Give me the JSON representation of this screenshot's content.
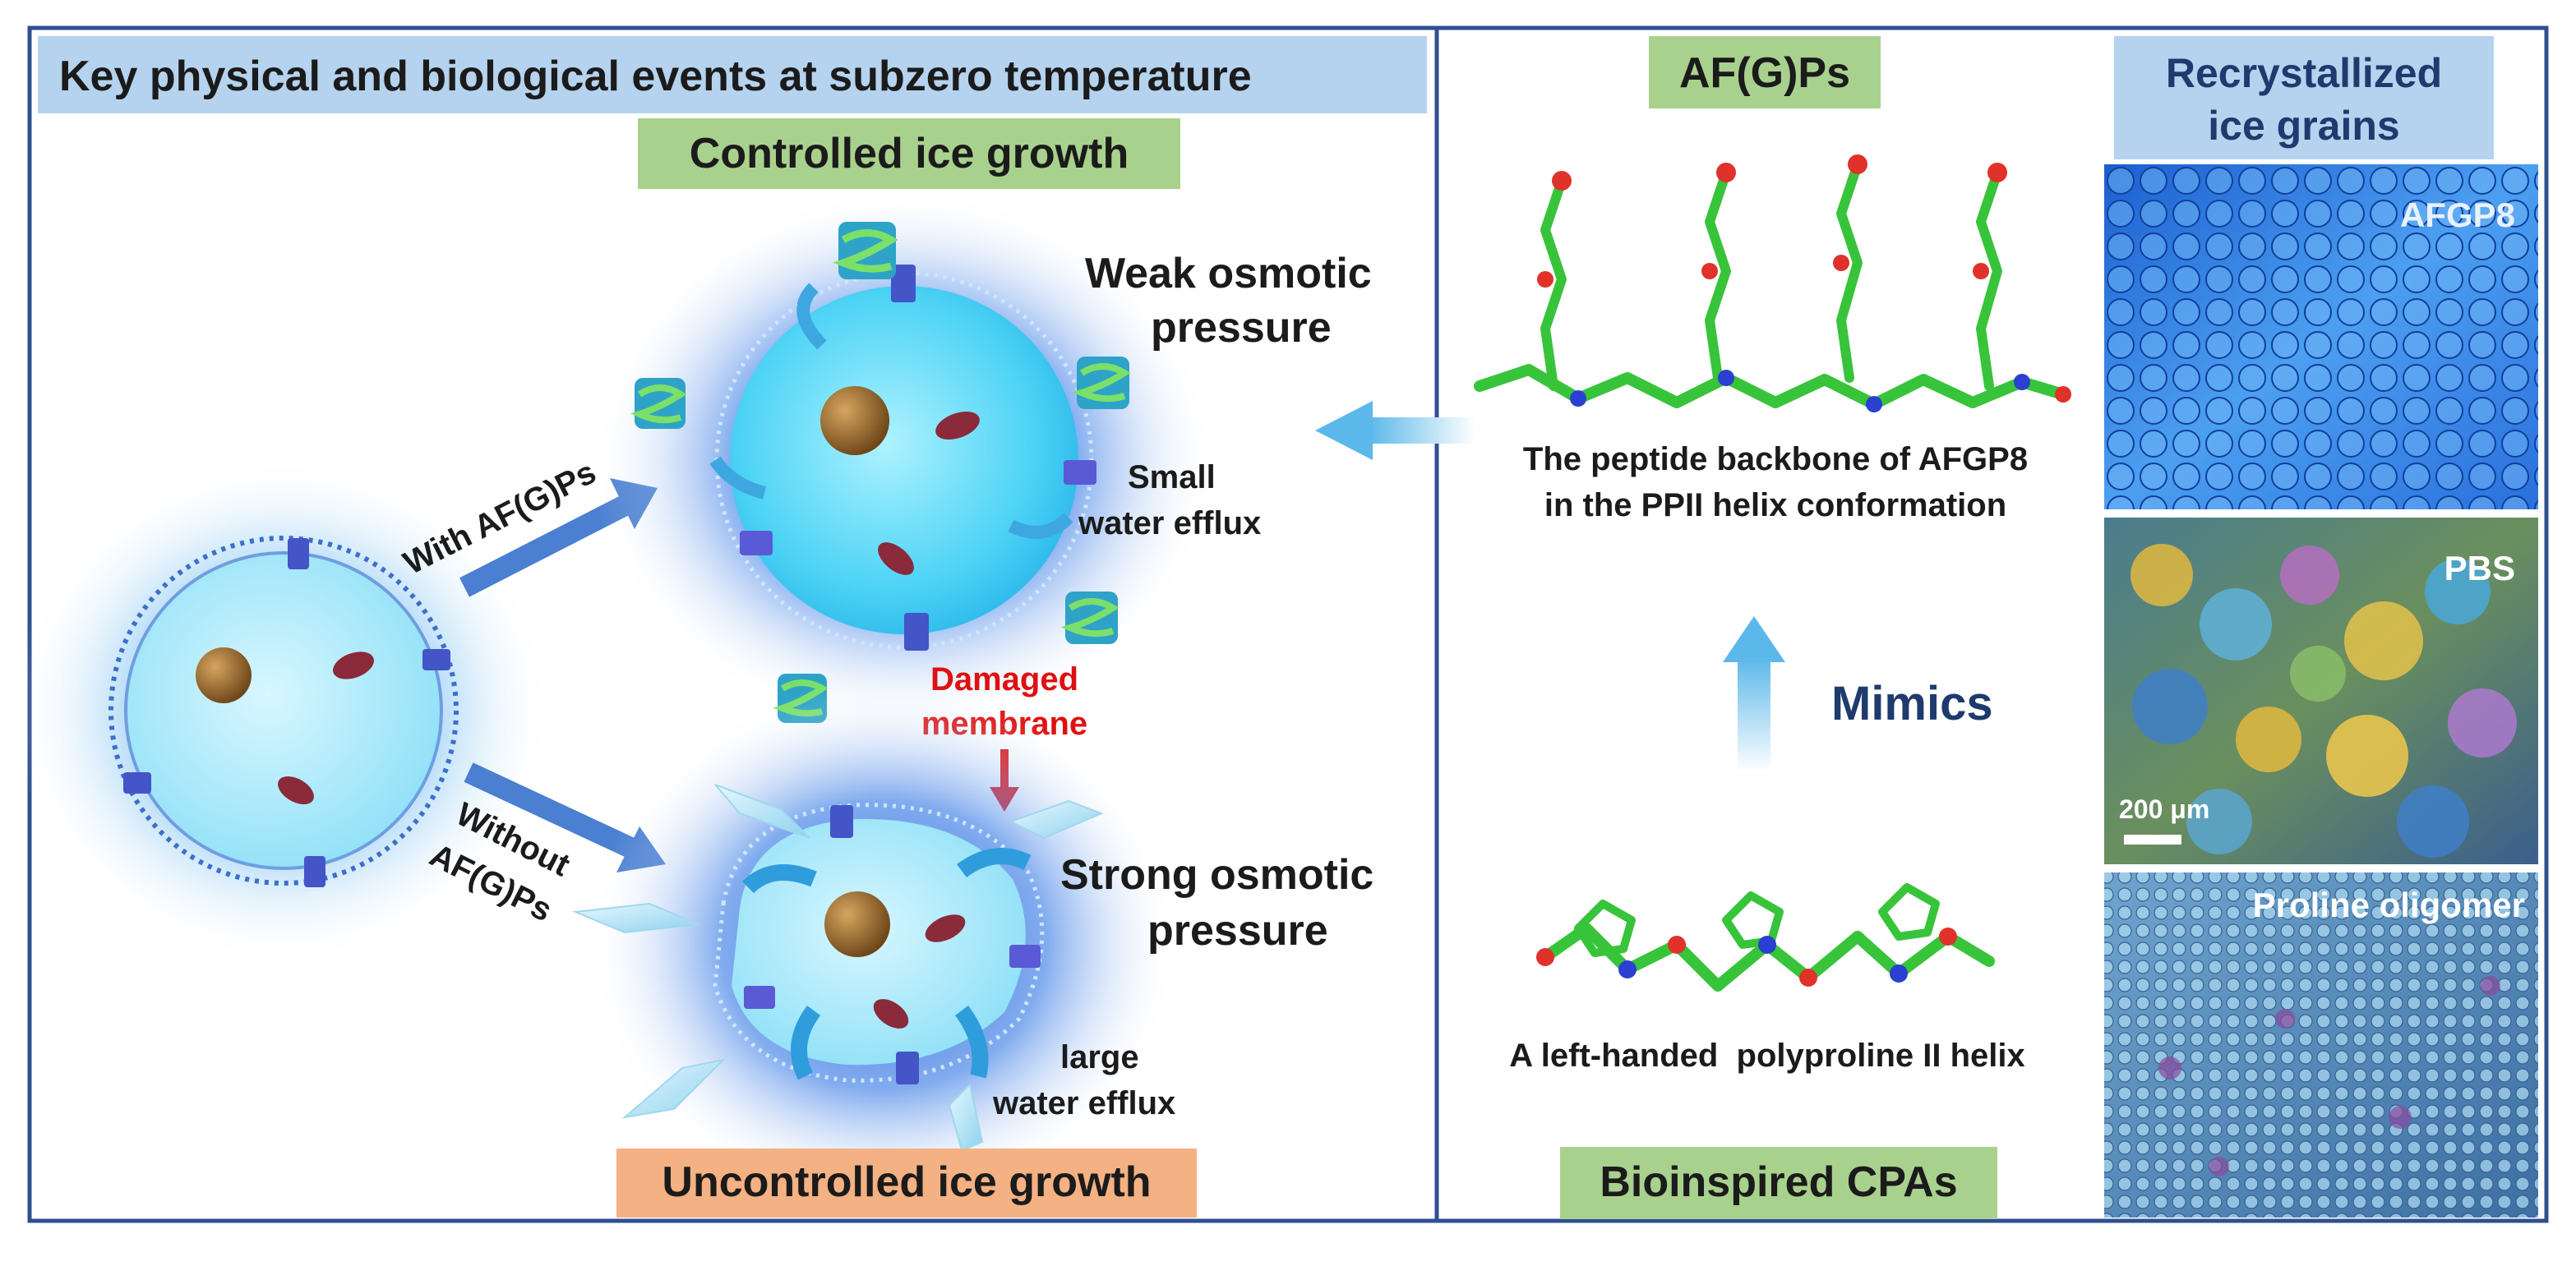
{
  "left_panel": {
    "heading": "Key physical and biological events at subzero temperature",
    "controlled_label": "Controlled ice growth",
    "uncontrolled_label": "Uncontrolled ice growth",
    "weak_pressure_line1": "Weak osmotic",
    "weak_pressure_line2": "pressure",
    "small_efflux_line1": "Small",
    "small_efflux_line2": "water efflux",
    "with_label": "With AF(G)Ps",
    "without_line1": "Without",
    "without_line2": "AF(G)Ps",
    "damaged_line1": "Damaged",
    "damaged_line2": "membrane",
    "strong_pressure_line1": "Strong osmotic",
    "strong_pressure_line2": "pressure",
    "large_efflux_line1": "large",
    "large_efflux_line2": "water efflux"
  },
  "right_panel": {
    "afgps_label": "AF(G)Ps",
    "backbone_line1": "The peptide backbone of AFGP8",
    "backbone_line2": "in the PPII helix conformation",
    "mimics_label": "Mimics",
    "helix_caption": "A left-handed  polyproline II helix",
    "cpas_label": "Bioinspired CPAs",
    "recryst_line1": "Recrystallized",
    "recryst_line2": "ice grains",
    "micro_labels": [
      "AFGP8",
      "PBS",
      "Proline oligomer"
    ],
    "scale_bar": "200 μm"
  },
  "colors": {
    "frame": "#2f4f8f",
    "heading_bg": "#b5d3ee",
    "green_label": "#a9d18e",
    "orange_label": "#f4b183",
    "arrow_blue": "#4a7fd1",
    "damaged_red": "#e01010",
    "mimics_text": "#1f3a6e",
    "recryst_text": "#1f3a6e"
  }
}
